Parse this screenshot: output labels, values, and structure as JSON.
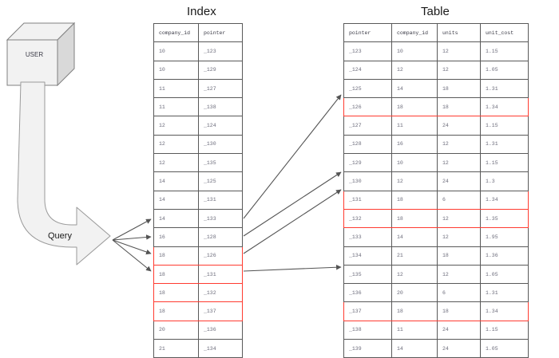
{
  "diagram": {
    "user_box_label": "USER",
    "query_label": "Query",
    "index_title": "Index",
    "table_title": "Table",
    "highlight_color": "#ff3b30",
    "matched_company_id": "18"
  },
  "index": {
    "title": "Index",
    "columns": [
      "company_id",
      "pointer"
    ],
    "rows": [
      {
        "company_id": "10",
        "pointer": "_123",
        "highlighted": false
      },
      {
        "company_id": "10",
        "pointer": "_129",
        "highlighted": false
      },
      {
        "company_id": "11",
        "pointer": "_127",
        "highlighted": false
      },
      {
        "company_id": "11",
        "pointer": "_138",
        "highlighted": false
      },
      {
        "company_id": "12",
        "pointer": "_124",
        "highlighted": false
      },
      {
        "company_id": "12",
        "pointer": "_130",
        "highlighted": false
      },
      {
        "company_id": "12",
        "pointer": "_135",
        "highlighted": false
      },
      {
        "company_id": "14",
        "pointer": "_125",
        "highlighted": false
      },
      {
        "company_id": "14",
        "pointer": "_131",
        "highlighted": false
      },
      {
        "company_id": "14",
        "pointer": "_133",
        "highlighted": false
      },
      {
        "company_id": "16",
        "pointer": "_128",
        "highlighted": false
      },
      {
        "company_id": "18",
        "pointer": "_126",
        "highlighted": true
      },
      {
        "company_id": "18",
        "pointer": "_131",
        "highlighted": true
      },
      {
        "company_id": "18",
        "pointer": "_132",
        "highlighted": true
      },
      {
        "company_id": "18",
        "pointer": "_137",
        "highlighted": true
      },
      {
        "company_id": "20",
        "pointer": "_136",
        "highlighted": false
      },
      {
        "company_id": "21",
        "pointer": "_134",
        "highlighted": false
      }
    ]
  },
  "table": {
    "title": "Table",
    "columns": [
      "pointer",
      "company_id",
      "units",
      "unit_cost"
    ],
    "rows": [
      {
        "pointer": "_123",
        "company_id": "10",
        "units": "12",
        "unit_cost": "1.15",
        "highlighted": false
      },
      {
        "pointer": "_124",
        "company_id": "12",
        "units": "12",
        "unit_cost": "1.05",
        "highlighted": false
      },
      {
        "pointer": "_125",
        "company_id": "14",
        "units": "18",
        "unit_cost": "1.31",
        "highlighted": false
      },
      {
        "pointer": "_126",
        "company_id": "18",
        "units": "18",
        "unit_cost": "1.34",
        "highlighted": true
      },
      {
        "pointer": "_127",
        "company_id": "11",
        "units": "24",
        "unit_cost": "1.15",
        "highlighted": false
      },
      {
        "pointer": "_128",
        "company_id": "16",
        "units": "12",
        "unit_cost": "1.31",
        "highlighted": false
      },
      {
        "pointer": "_129",
        "company_id": "10",
        "units": "12",
        "unit_cost": "1.15",
        "highlighted": false
      },
      {
        "pointer": "_130",
        "company_id": "12",
        "units": "24",
        "unit_cost": "1.3",
        "highlighted": false
      },
      {
        "pointer": "_131",
        "company_id": "18",
        "units": "6",
        "unit_cost": "1.34",
        "highlighted": true
      },
      {
        "pointer": "_132",
        "company_id": "18",
        "units": "12",
        "unit_cost": "1.35",
        "highlighted": true
      },
      {
        "pointer": "_133",
        "company_id": "14",
        "units": "12",
        "unit_cost": "1.95",
        "highlighted": false
      },
      {
        "pointer": "_134",
        "company_id": "21",
        "units": "18",
        "unit_cost": "1.36",
        "highlighted": false
      },
      {
        "pointer": "_135",
        "company_id": "12",
        "units": "12",
        "unit_cost": "1.05",
        "highlighted": false
      },
      {
        "pointer": "_136",
        "company_id": "20",
        "units": "6",
        "unit_cost": "1.31",
        "highlighted": false
      },
      {
        "pointer": "_137",
        "company_id": "18",
        "units": "18",
        "unit_cost": "1.34",
        "highlighted": true
      },
      {
        "pointer": "_138",
        "company_id": "11",
        "units": "24",
        "unit_cost": "1.15",
        "highlighted": false
      },
      {
        "pointer": "_139",
        "company_id": "14",
        "units": "24",
        "unit_cost": "1.05",
        "highlighted": false
      }
    ]
  }
}
